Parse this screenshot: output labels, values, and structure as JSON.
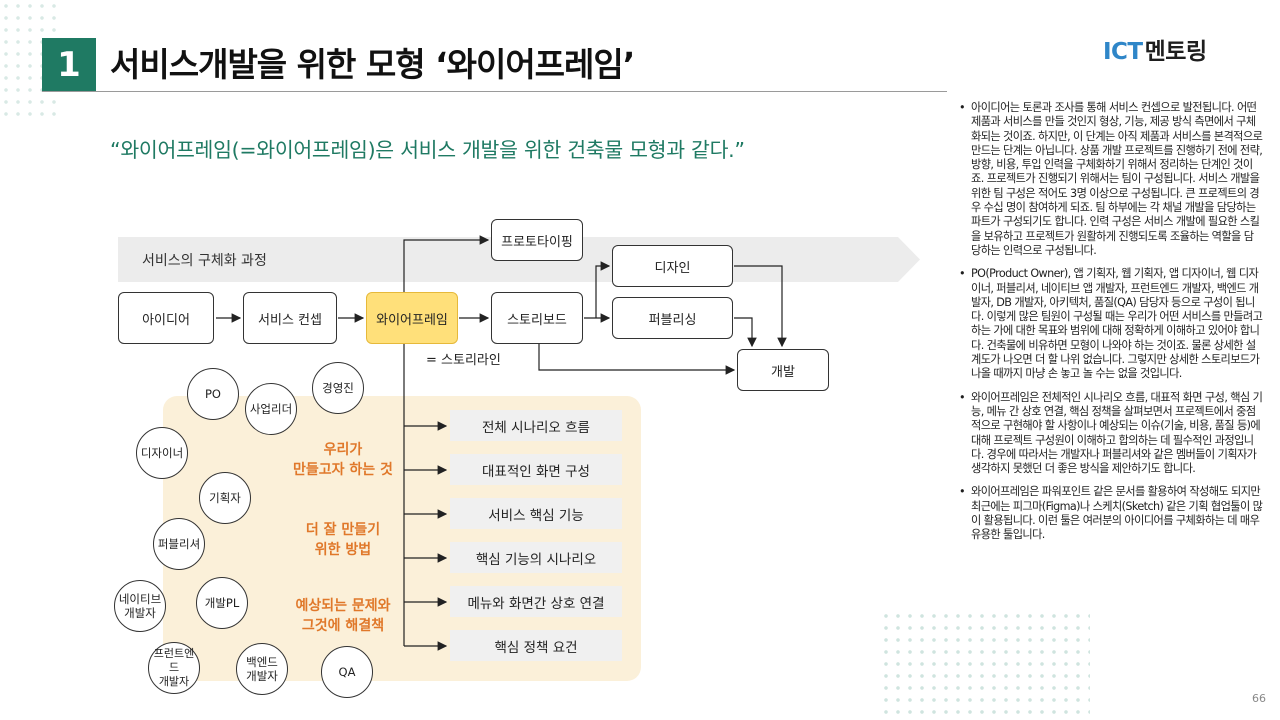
{
  "header": {
    "number": "1",
    "title": "서비스개발을 위한 모형 ‘와이어프레임’",
    "logo_ict": "ICT",
    "logo_mentor": "멘토링"
  },
  "quote": "“와이어프레임(=와이어프레임)은 서비스 개발을 위한 건축물 모형과 같다.”",
  "diagram": {
    "band_label": "서비스의 구체화 과정",
    "flow": {
      "idea": "아이디어",
      "concept": "서비스 컨셉",
      "wireframe": "와이어프레임",
      "storyboard": "스토리보드",
      "prototyping": "프로토타이핑",
      "design": "디자인",
      "publishing": "퍼블리싱",
      "development": "개발"
    },
    "storyline_label": "= 스토리라인",
    "roles": {
      "po": "PO",
      "business_leader": "사업리더",
      "management": "경영진",
      "designer": "디자이너",
      "planner": "기획자",
      "publisher": "퍼블리셔",
      "native_dev": "네이티브\n개발자",
      "dev_pl": "개발PL",
      "frontend_dev": "프런트엔드\n개발자",
      "backend_dev": "백엔드\n개발자",
      "qa": "QA"
    },
    "goals": {
      "goal1": "우리가\n만들고자 하는 것",
      "goal2": "더 잘 만들기\n위한 방법",
      "goal3": "예상되는 문제와\n그것에 해결책"
    },
    "items": [
      "전체 시나리오 흐름",
      "대표적인 화면 구성",
      "서비스 핵심 기능",
      "핵심 기능의 시나리오",
      "메뉴와 화면간 상호 연결",
      "핵심 정책 요건"
    ]
  },
  "bullets": [
    "아이디어는 토론과 조사를 통해 서비스 컨셉으로 발전됩니다. 어떤 제품과 서비스를 만들 것인지 형상, 기능, 제공 방식 측면에서 구체화되는 것이죠. 하지만, 이 단계는 아직 제품과 서비스를 본격적으로 만드는 단계는 아닙니다. 상품 개발 프로젝트를 진행하기 전에 전략, 방향, 비용, 투입 인력을 구체화하기 위해서 정리하는 단계인 것이죠. 프로젝트가 진행되기 위해서는 팀이 구성됩니다. 서비스 개발을 위한 팀 구성은 적어도 3명 이상으로 구성됩니다. 큰 프로젝트의 경우 수십 명이 참여하게 되죠. 팀 하부에는 각 채널 개발을 담당하는 파트가 구성되기도 합니다. 인력 구성은 서비스 개발에 필요한 스킬을 보유하고 프로젝트가 원활하게 진행되도록 조율하는 역할을 담당하는 인력으로 구성됩니다.",
    "PO(Product Owner), 앱 기획자, 웹 기획자, 앱 디자이너, 웹 디자이너, 퍼블리셔, 네이티브 앱 개발자, 프런트엔드 개발자, 백엔드 개발자, DB 개발자, 아키텍처, 품질(QA) 담당자 등으로 구성이 됩니다. 이렇게 많은 팀원이 구성될 때는 우리가 어떤 서비스를 만들려고 하는 가에 대한 목표와 범위에 대해 정확하게 이해하고 있어야 합니다. 건축물에 비유하면 모형이 나와야 하는 것이죠. 물론 상세한 설계도가 나오면 더 할 나위 없습니다. 그렇지만 상세한 스토리보드가 나올 때까지 마냥 손 놓고 놀 수는 없을 것입니다.",
    "와이어프레임은 전체적인 시나리오 흐름, 대표적 화면 구성, 핵심 기능, 메뉴 간 상호 연결, 핵심 정책을 살펴보면서 프로젝트에서 중점적으로 구현해야 할 사항이나 예상되는 이슈(기술, 비용, 품질 등)에 대해 프로젝트 구성원이 이해하고 합의하는 데 필수적인 과정입니다. 경우에 따라서는 개발자나 퍼블리셔와 같은 멤버들이 기획자가 생각하지 못했던 더 좋은 방식을 제안하기도 합니다.",
    "와이어프레임은 파워포인트 같은 문서를 활용하여 작성해도 되지만 최근에는 피그마(Figma)나 스케치(Sketch) 같은 기획 협업툴이 많이 활용됩니다. 이런 툴은 여러분의 아이디어를 구체화하는 데 매우 유용한 툴입니다."
  ],
  "page_number": "66",
  "colors": {
    "brand_green": "#1f7a63",
    "accent_orange": "#e0782a",
    "highlight_yellow": "#ffe07a",
    "panel_beige": "#fbf0d9",
    "logo_blue": "#2f86c8"
  }
}
